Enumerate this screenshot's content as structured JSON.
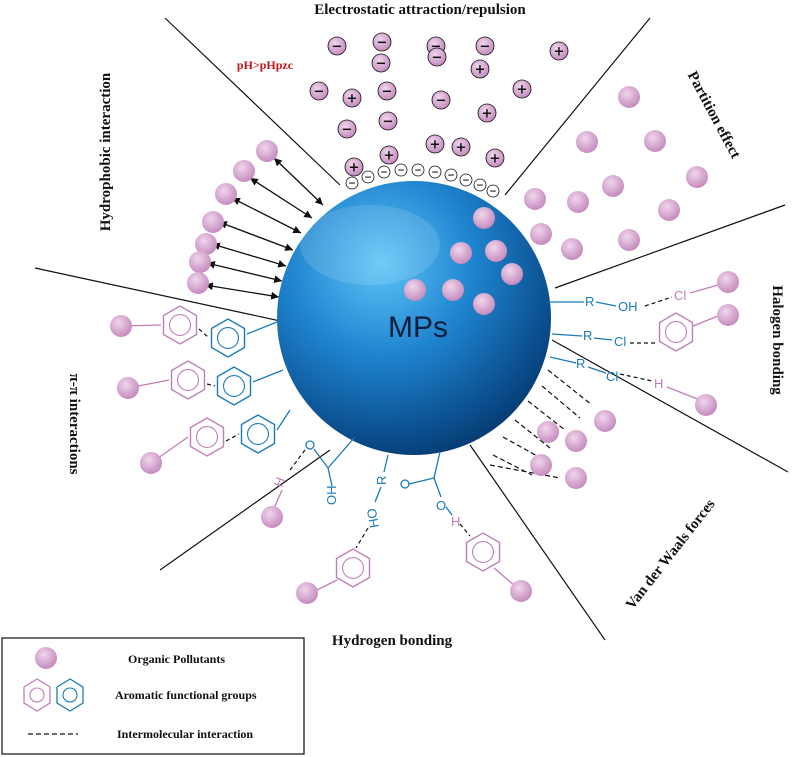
{
  "center_label": "MPs",
  "sectors": {
    "electrostatic": "Electrostatic attraction/repulsion",
    "ph_condition": "pH>pHpzc",
    "partition": "Partition effect",
    "halogen": "Halogen bonding",
    "van_der_waals": "Van der Waals forces",
    "hydrogen": "Hydrogen bonding",
    "pi_pi": "π-π interactions",
    "hydrophobic": "Hydrophobic interaction"
  },
  "chem_labels": {
    "r": "R",
    "oh": "OH",
    "cl": "Cl",
    "h": "H",
    "o": "O",
    "ho": "HO"
  },
  "charges": {
    "negative": "−",
    "positive": "+"
  },
  "legend": {
    "pollutant": "Organic Pollutants",
    "aromatic": "Aromatic functional groups",
    "interaction": "Intermolecular interaction"
  },
  "colors": {
    "pollutant": "#c88bc0",
    "pink_line": "#c07fb6",
    "blue_line": "#1a7bb8",
    "sphere_dark": "#0a4d8c",
    "sphere_light": "#4fb6f0"
  }
}
